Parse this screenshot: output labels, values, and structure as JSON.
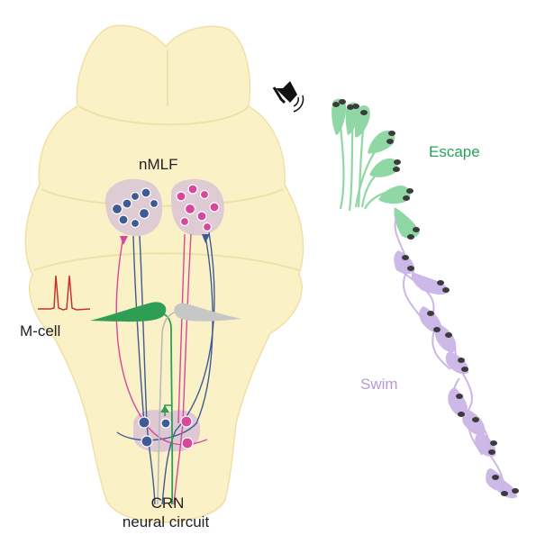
{
  "labels": {
    "nmlf": "nMLF",
    "mcell": "M-cell",
    "crn_line1": "CRN",
    "crn_line2": "neural circuit",
    "escape": "Escape",
    "swim": "Swim"
  },
  "icons": {
    "stimulus": "speaker-sound-icon"
  },
  "colors": {
    "brain_fill": "#fbf1c7",
    "brain_line": "#efe0a6",
    "nucleus_fill": "#dcc6d4",
    "blue_neuron": "#3f5b95",
    "pink_neuron": "#d6489b",
    "m_cell_active": "#2e9e55",
    "m_cell_inactive": "#c7c7c7",
    "spike_trace": "#c8322d",
    "escape_green": "#27a35b",
    "escape_fish": "#8fd8a6",
    "swim_purple": "#b79ad6",
    "swim_fish": "#cbb6e6",
    "eye": "#3b3b3b"
  }
}
